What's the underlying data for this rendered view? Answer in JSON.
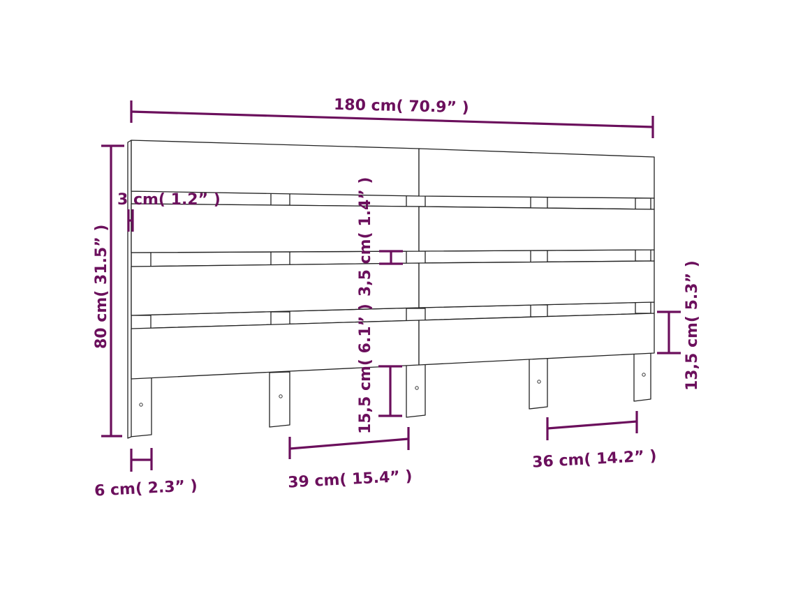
{
  "diagram": {
    "subject": "Slatted wooden headboard with legs",
    "colors": {
      "dimension": "#6b0f5c",
      "outline": "#222222",
      "background": "#ffffff"
    },
    "dimensions": {
      "overall_width": "180 cm( 70.9” )",
      "overall_height": "80 cm( 31.5” )",
      "post_depth": "3 cm( 1.2” )",
      "slat_gap": "3,5 cm( 1.4” )",
      "leg_height": "15,5 cm( 6.1” )",
      "slat_height": "13,5 cm( 5.3” )",
      "leg_width": "6 cm( 2.3” )",
      "leg_spacing_left": "39 cm( 15.4” )",
      "leg_spacing_right": "36 cm( 14.2” )"
    },
    "components": {
      "slat_rows": 4,
      "panels_per_row": 2,
      "legs": 5
    }
  }
}
